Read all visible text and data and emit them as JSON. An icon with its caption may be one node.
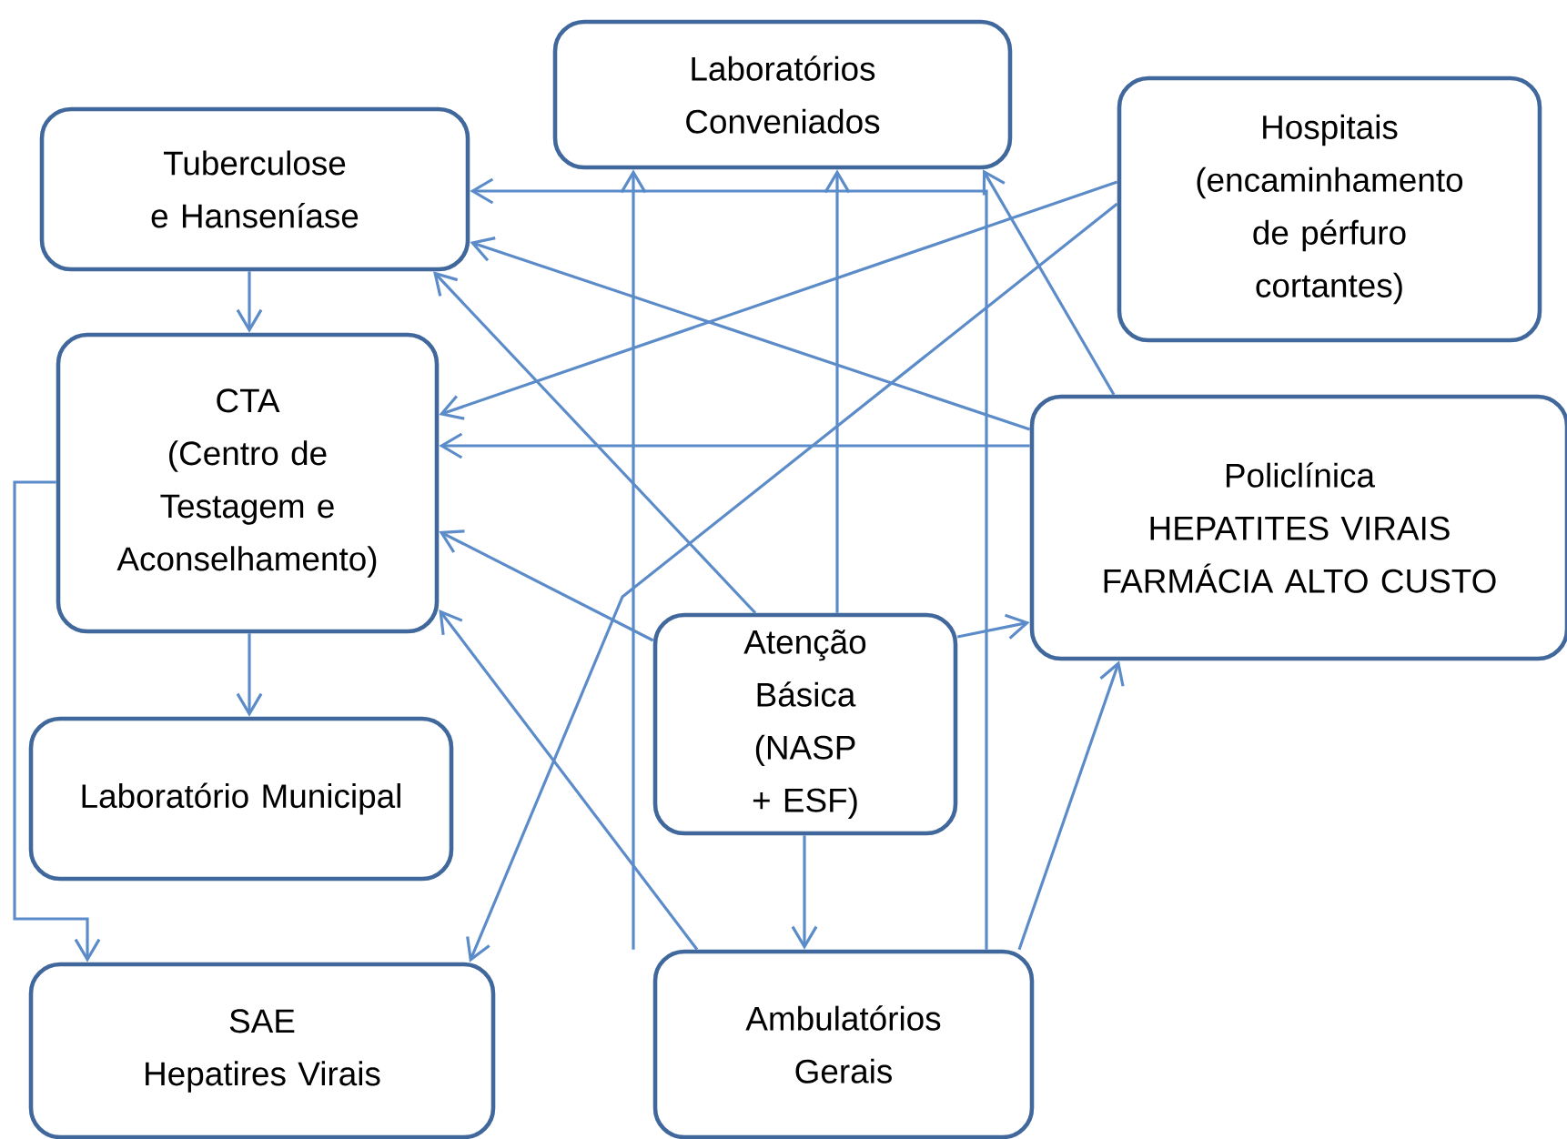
{
  "diagram": {
    "nodes": [
      {
        "text": [
          "Laboratórios Conveniados"
        ]
      },
      {
        "text": [
          "Tuberculose e Hanseníase"
        ]
      },
      {
        "text": [
          "Hospitais",
          "(encaminhamento de pérfuro cortantes)"
        ]
      },
      {
        "text": [
          "CTA",
          "(Centro de Testagem e Aconselhamento)"
        ]
      },
      {
        "text": [
          "Policlínica",
          "HEPATITES VIRAIS",
          "FARMÁCIA ALTO CUSTO"
        ]
      },
      {
        "text": [
          "Atenção Básica",
          "(NASP + ESF)"
        ]
      },
      {
        "text": [
          "Laboratório Municipal"
        ]
      },
      {
        "text": [
          "SAE",
          "Hepatires Virais"
        ]
      },
      {
        "text": [
          "Ambulatórios Gerais"
        ]
      }
    ],
    "edges": [
      {
        "from": 1,
        "to": 3,
        "arrow": "to"
      },
      {
        "from": 3,
        "to": 6,
        "arrow": "to"
      },
      {
        "from": 3,
        "to": 7,
        "arrow": "to"
      },
      {
        "from": 5,
        "to": 8,
        "arrow": "to"
      },
      {
        "from": 8,
        "to": 1,
        "arrow": "to"
      },
      {
        "from": 8,
        "to": 0,
        "arrow": "to"
      },
      {
        "from": 5,
        "to": 0,
        "arrow": "to"
      },
      {
        "from": 4,
        "to": 0,
        "arrow": "to"
      },
      {
        "from": 4,
        "to": 3,
        "arrow": "to"
      },
      {
        "from": 4,
        "to": 1,
        "arrow": "to"
      },
      {
        "from": 2,
        "to": 3,
        "arrow": "to"
      },
      {
        "from": 2,
        "to": 7,
        "arrow": "to"
      },
      {
        "from": 5,
        "to": 3,
        "arrow": "to"
      },
      {
        "from": 5,
        "to": 1,
        "arrow": "to"
      },
      {
        "from": 8,
        "to": 3,
        "arrow": "to"
      },
      {
        "from": 5,
        "to": 4,
        "arrow": "to"
      },
      {
        "from": 8,
        "to": 4,
        "arrow": "to"
      }
    ]
  }
}
